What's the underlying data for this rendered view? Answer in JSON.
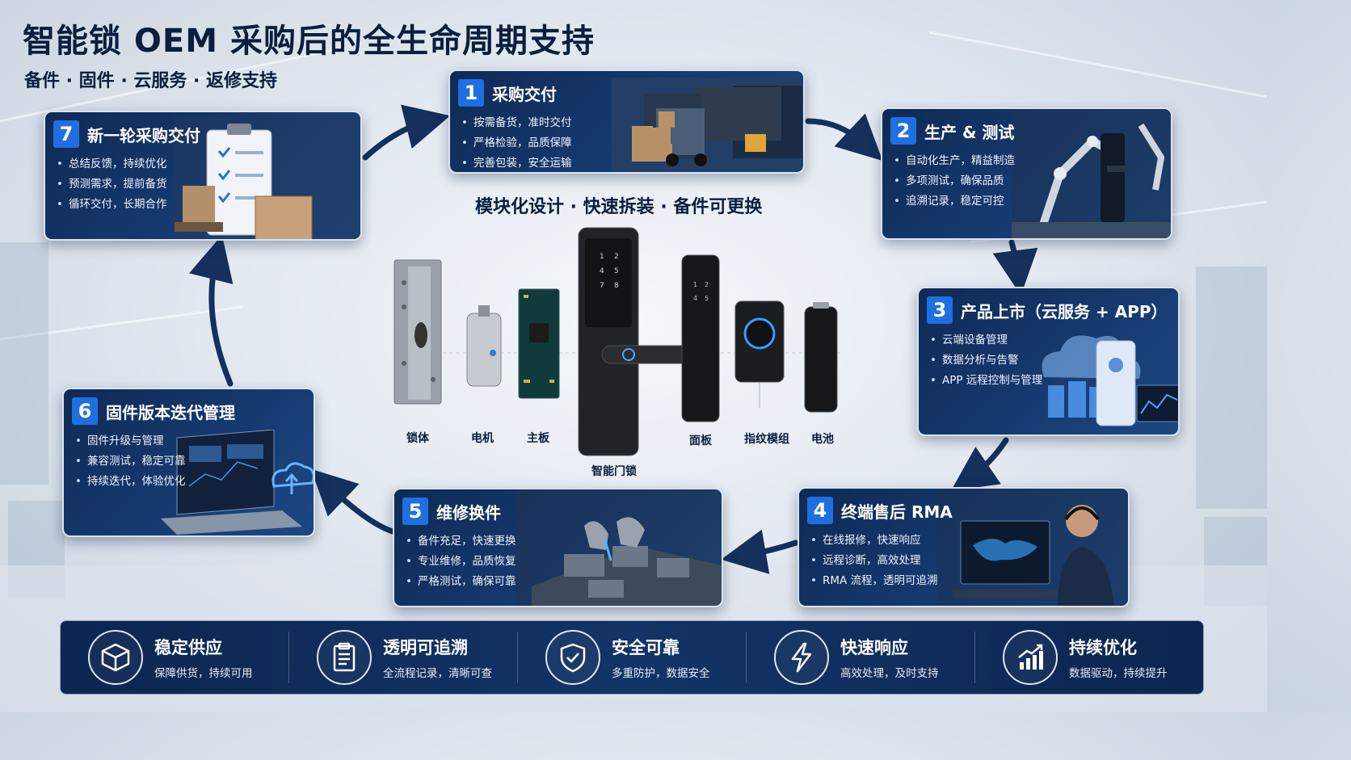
{
  "title": "智能锁 OEM 采购后的全生命周期支持",
  "subtitle": "备件 · 固件 · 云服务 · 返修支持",
  "tagline": "模块化设计 · 快速拆装 · 备件可更换",
  "colors": {
    "card_bg": "#163a70",
    "accent": "#1f6fe0",
    "footer_bg": "#133466"
  },
  "steps": [
    {
      "num": "1",
      "title": "采购交付",
      "items": [
        "按需备货，准时交付",
        "严格检验，品质保障",
        "完善包装，安全运输"
      ],
      "art": "truck-warehouse-icon"
    },
    {
      "num": "2",
      "title": "生产 & 测试",
      "items": [
        "自动化生产，精益制造",
        "多项测试，确保品质",
        "追溯记录，稳定可控"
      ],
      "art": "robot-arm-icon"
    },
    {
      "num": "3",
      "title": "产品上市（云服务 + APP）",
      "items": [
        "云端设备管理",
        "数据分析与告警",
        "APP 远程控制与管理"
      ],
      "art": "cloud-phone-icon"
    },
    {
      "num": "4",
      "title": "终端售后 RMA",
      "items": [
        "在线报修，快速响应",
        "远程诊断，高效处理",
        "RMA 流程，透明可追溯"
      ],
      "art": "support-agent-icon"
    },
    {
      "num": "5",
      "title": "维修换件",
      "items": [
        "备件充足，快速更换",
        "专业维修，品质恢复",
        "严格测试，确保可靠"
      ],
      "art": "repair-board-icon"
    },
    {
      "num": "6",
      "title": "固件版本迭代管理",
      "items": [
        "固件升级与管理",
        "兼容测试，稳定可靠",
        "持续迭代，体验优化"
      ],
      "art": "laptop-cloud-icon"
    },
    {
      "num": "7",
      "title": "新一轮采购交付",
      "items": [
        "总结反馈，持续优化",
        "预测需求，提前备货",
        "循环交付，长期合作"
      ],
      "art": "clipboard-box-icon"
    }
  ],
  "parts": [
    {
      "label": "锁体",
      "icon": "lock-body-icon"
    },
    {
      "label": "电机",
      "icon": "motor-icon"
    },
    {
      "label": "主板",
      "icon": "mainboard-icon"
    },
    {
      "label": "智能门锁",
      "icon": "smart-lock-icon"
    },
    {
      "label": "面板",
      "icon": "panel-icon"
    },
    {
      "label": "指纹模组",
      "icon": "fingerprint-module-icon"
    },
    {
      "label": "电池",
      "icon": "battery-icon"
    }
  ],
  "features": [
    {
      "title": "稳定供应",
      "desc": "保障供货，持续可用",
      "icon": "box-icon"
    },
    {
      "title": "透明可追溯",
      "desc": "全流程记录，清晰可查",
      "icon": "clipboard-icon"
    },
    {
      "title": "安全可靠",
      "desc": "多重防护，数据安全",
      "icon": "shield-check-icon"
    },
    {
      "title": "快速响应",
      "desc": "高效处理，及时支持",
      "icon": "lightning-icon"
    },
    {
      "title": "持续优化",
      "desc": "数据驱动，持续提升",
      "icon": "growth-chart-icon"
    }
  ]
}
